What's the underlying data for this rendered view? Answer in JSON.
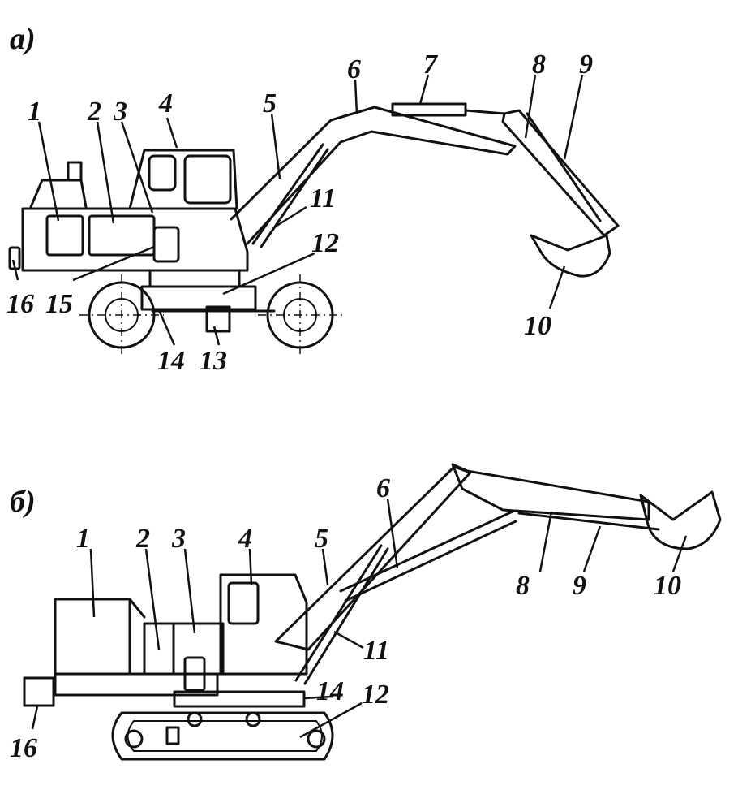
{
  "diagram": {
    "view_a": {
      "tag": "а)",
      "labels": [
        "1",
        "2",
        "3",
        "4",
        "5",
        "6",
        "7",
        "8",
        "9",
        "10",
        "11",
        "12",
        "13",
        "14",
        "15",
        "16"
      ]
    },
    "view_b": {
      "tag": "б)",
      "labels": [
        "1",
        "2",
        "3",
        "4",
        "5",
        "6",
        "8",
        "9",
        "10",
        "11",
        "12",
        "14",
        "16"
      ]
    }
  }
}
